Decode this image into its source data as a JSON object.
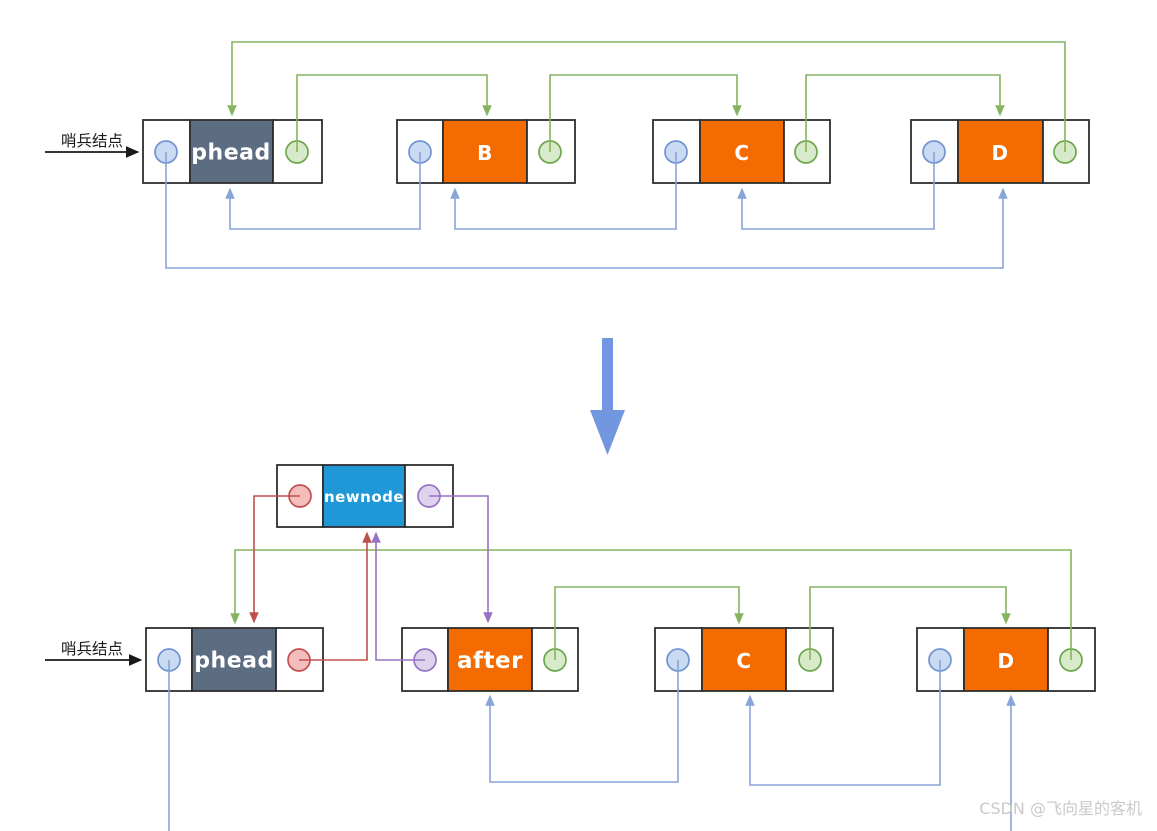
{
  "diagram_title_semantics": "doubly-circular-linked-list-insert-after-head",
  "top_list": {
    "sentinel_label": "哨兵结点",
    "nodes": [
      {
        "label": "phead"
      },
      {
        "label": "B"
      },
      {
        "label": "C"
      },
      {
        "label": "D"
      }
    ]
  },
  "bottom_list": {
    "sentinel_label": "哨兵结点",
    "new_node": {
      "label": "newnode"
    },
    "nodes": [
      {
        "label": "phead"
      },
      {
        "label": "after"
      },
      {
        "label": "C"
      },
      {
        "label": "D"
      }
    ]
  },
  "watermark": "CSDN @飞向星的客机",
  "colors": {
    "sentinel-fill": "#5c6c81",
    "data-fill": "#f46c01",
    "newnode-fill": "#2097d6",
    "next-arrow": "#85b460",
    "prev-arrow": "#89a4d9",
    "red-arrow": "#c0504d",
    "purple-arrow": "#9674c4",
    "circle-blue-fill": "#c9daf2",
    "circle-blue-stroke": "#7094d2",
    "circle-green-fill": "#d8eaca",
    "circle-green-stroke": "#6ca74c",
    "circle-red-fill": "#f2bdbb",
    "circle-red-stroke": "#c0504d",
    "circle-purple-fill": "#ded3ec",
    "circle-purple-stroke": "#9674c4",
    "big-arrow": "#7396e0",
    "border": "#2e2e2e",
    "label-text": "#1a1a1a",
    "node-text": "#ffffff",
    "watermark-text": "#c9c9c9"
  }
}
